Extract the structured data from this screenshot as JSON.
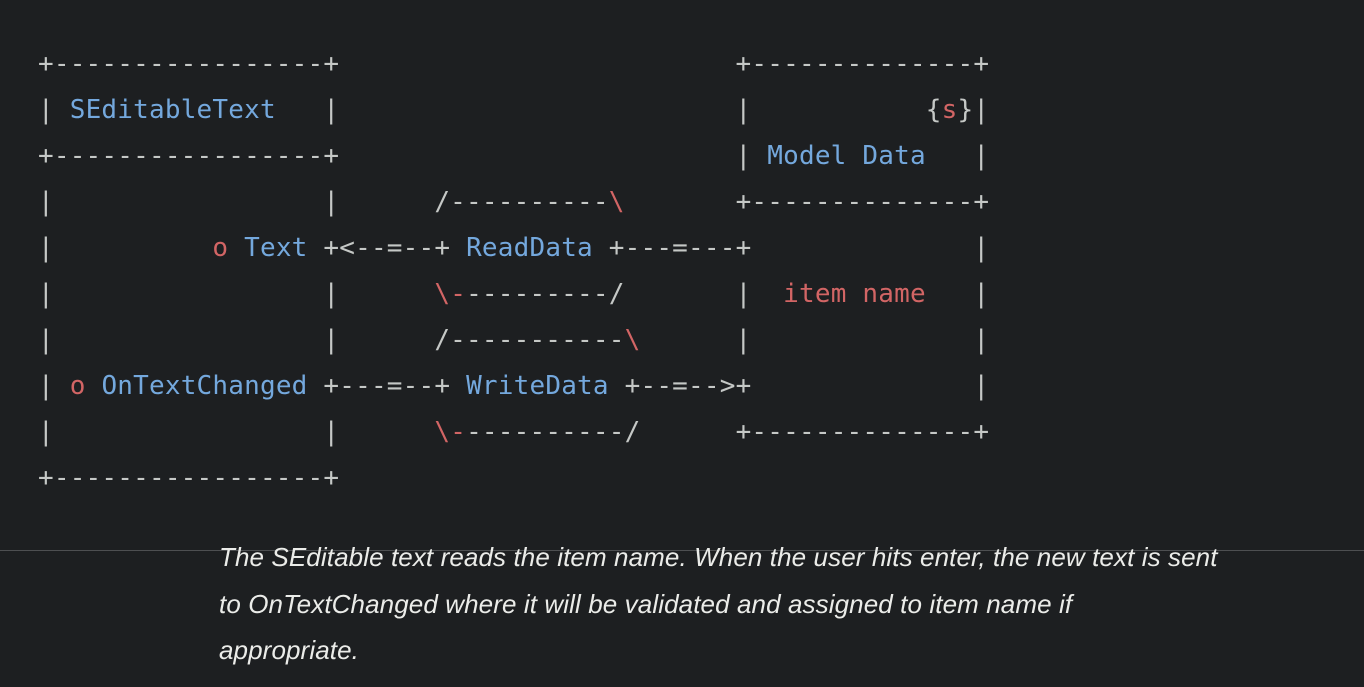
{
  "page": {
    "background": "#1d1f21"
  },
  "diagram": {
    "colors": {
      "structure": "#c5c8c6",
      "identifier": "#74a8dd",
      "accent": "#d26565"
    },
    "entities": {
      "widget": "SEditableText",
      "ports": [
        "Text",
        "OnTextChanged"
      ],
      "delegates": [
        "ReadData",
        "WriteData"
      ],
      "model": "Model Data",
      "model_tag": "{s}",
      "model_field": "item name"
    },
    "lines": [
      [
        {
          "c": "g",
          "t": "+-----------------+                         +--------------+"
        }
      ],
      [
        {
          "c": "g",
          "t": "| "
        },
        {
          "c": "b",
          "t": "SEditableText"
        },
        {
          "c": "g",
          "t": "   |                         |           {"
        },
        {
          "c": "r",
          "t": "s"
        },
        {
          "c": "g",
          "t": "}|"
        }
      ],
      [
        {
          "c": "g",
          "t": "+-----------------+                         | "
        },
        {
          "c": "b",
          "t": "Model Data"
        },
        {
          "c": "g",
          "t": "   |"
        }
      ],
      [
        {
          "c": "g",
          "t": "|                 |      /----------"
        },
        {
          "c": "r",
          "t": "\\"
        },
        {
          "c": "g",
          "t": "       +--------------+"
        }
      ],
      [
        {
          "c": "g",
          "t": "|          "
        },
        {
          "c": "r",
          "t": "o"
        },
        {
          "c": "g",
          "t": " "
        },
        {
          "c": "b",
          "t": "Text"
        },
        {
          "c": "g",
          "t": " +<--=--+ "
        },
        {
          "c": "b",
          "t": "ReadData"
        },
        {
          "c": "g",
          "t": " +---=---+              |"
        }
      ],
      [
        {
          "c": "g",
          "t": "|                 |      "
        },
        {
          "c": "r",
          "t": "\\-"
        },
        {
          "c": "g",
          "t": "---------/       |  "
        },
        {
          "c": "r",
          "t": "item name"
        },
        {
          "c": "g",
          "t": "   |"
        }
      ],
      [
        {
          "c": "g",
          "t": "|                 |      /-----------"
        },
        {
          "c": "r",
          "t": "\\"
        },
        {
          "c": "g",
          "t": "      |              |"
        }
      ],
      [
        {
          "c": "g",
          "t": "| "
        },
        {
          "c": "r",
          "t": "o"
        },
        {
          "c": "g",
          "t": " "
        },
        {
          "c": "b",
          "t": "OnTextChanged"
        },
        {
          "c": "g",
          "t": " +---=--+ "
        },
        {
          "c": "b",
          "t": "WriteData"
        },
        {
          "c": "g",
          "t": " +--=-->+              |"
        }
      ],
      [
        {
          "c": "g",
          "t": "|                 |      "
        },
        {
          "c": "r",
          "t": "\\-"
        },
        {
          "c": "g",
          "t": "----------/      +--------------+"
        }
      ],
      [
        {
          "c": "g",
          "t": "+-----------------+"
        }
      ]
    ]
  },
  "divider": {
    "color": "#4d4f51"
  },
  "caption": {
    "lines": [
      "The SEditable text reads the item name. When the user hits enter, the new text is sent",
      "to OnTextChanged where it will be validated and assigned to item name if",
      "appropriate."
    ]
  }
}
